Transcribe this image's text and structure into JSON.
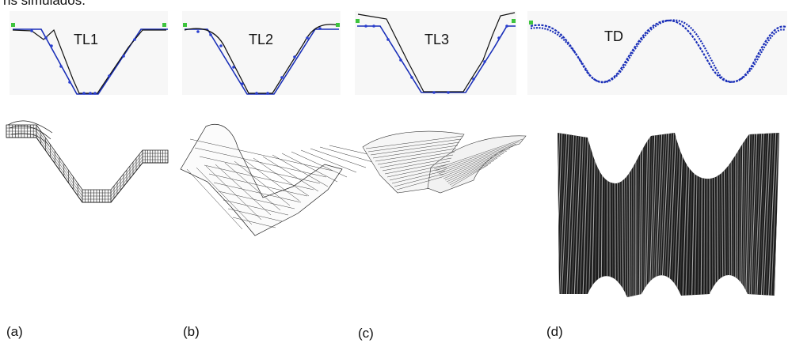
{
  "caption_fragment": "ns simulados.",
  "profiles": [
    {
      "id": "tl1",
      "tag": "TL1",
      "panel": "(a)"
    },
    {
      "id": "tl2",
      "tag": "TL2",
      "panel": "(b)"
    },
    {
      "id": "tl3",
      "tag": "TL3",
      "panel": "(c)"
    },
    {
      "id": "td",
      "tag": "TD",
      "panel": "(d)"
    }
  ],
  "colors": {
    "profile_line": "#1a2fb8",
    "node_point": "#2a3fd0",
    "fixed_node": "#3ec43e",
    "mesh_line": "#222222",
    "dark_surface": "#1e1e1e"
  }
}
